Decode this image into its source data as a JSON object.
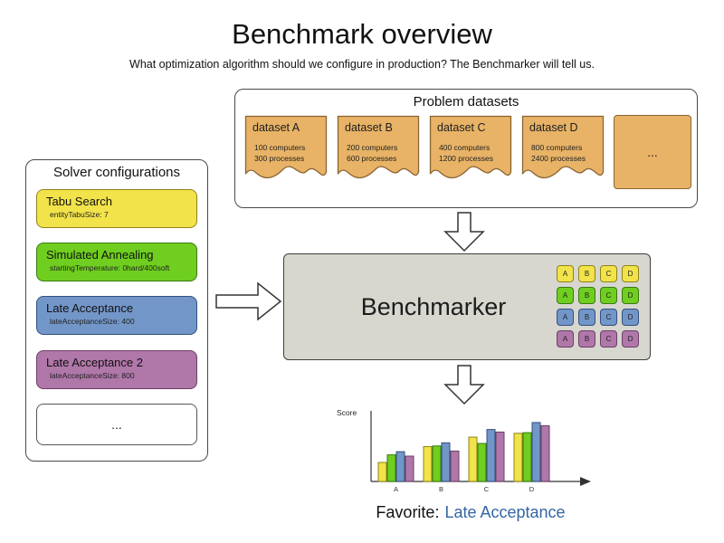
{
  "title": "Benchmark overview",
  "subtitle": "What optimization algorithm should we configure in production? The Benchmarker will tell us.",
  "datasets_panel": {
    "title": "Problem datasets",
    "card_color": "#e8b366",
    "card_border": "#8a6433",
    "items": [
      {
        "name": "dataset A",
        "computers": "100 computers",
        "processes": "300 processes"
      },
      {
        "name": "dataset B",
        "computers": "200 computers",
        "processes": "600 processes"
      },
      {
        "name": "dataset C",
        "computers": "400 computers",
        "processes": "1200 processes"
      },
      {
        "name": "dataset D",
        "computers": "800 computers",
        "processes": "2400 processes"
      }
    ],
    "more_label": "..."
  },
  "solvers_panel": {
    "title": "Solver configurations",
    "items": [
      {
        "name": "Tabu Search",
        "param": "entityTabuSize: 7",
        "color": "#f2e34a",
        "border": "#8f831a"
      },
      {
        "name": "Simulated Annealing",
        "param": "startingTemperature: 0hard/400soft",
        "color": "#6fce1f",
        "border": "#3a7a10"
      },
      {
        "name": "Late Acceptance",
        "param": "lateAcceptanceSize: 400",
        "color": "#7396c8",
        "border": "#31517e"
      },
      {
        "name": "Late Acceptance 2",
        "param": "lateAcceptanceSize: 800",
        "color": "#b077a9",
        "border": "#6b3f66"
      }
    ],
    "more_label": "..."
  },
  "benchmarker": {
    "label": "Benchmarker",
    "background": "#d7d7cf",
    "grid": {
      "columns": [
        "A",
        "B",
        "C",
        "D"
      ],
      "rows": [
        {
          "solver": "Tabu Search",
          "color": "#f2e34a",
          "border": "#8f831a"
        },
        {
          "solver": "Simulated Annealing",
          "color": "#6fce1f",
          "border": "#3a7a10"
        },
        {
          "solver": "Late Acceptance",
          "color": "#7396c8",
          "border": "#31517e"
        },
        {
          "solver": "Late Acceptance 2",
          "color": "#b077a9",
          "border": "#6b3f66"
        }
      ]
    }
  },
  "chart_data": {
    "type": "bar",
    "title": "",
    "ylabel": "Score",
    "xlabel": "",
    "categories": [
      "A",
      "B",
      "C",
      "D"
    ],
    "series": [
      {
        "name": "Tabu Search",
        "color": "#f2e34a",
        "border": "#8f831a",
        "values": [
          30,
          55,
          70,
          76
        ]
      },
      {
        "name": "Simulated Annealing",
        "color": "#6fce1f",
        "border": "#3a7a10",
        "values": [
          42,
          56,
          60,
          77
        ]
      },
      {
        "name": "Late Acceptance",
        "color": "#7396c8",
        "border": "#31517e",
        "values": [
          47,
          61,
          82,
          93
        ]
      },
      {
        "name": "Late Acceptance 2",
        "color": "#b077a9",
        "border": "#6b3f66",
        "values": [
          40,
          48,
          78,
          88
        ]
      }
    ],
    "ylim": [
      0,
      100
    ],
    "grid": false,
    "legend": false
  },
  "favorite": {
    "label": "Favorite:",
    "value": "Late Acceptance",
    "value_color": "#3465a4"
  }
}
